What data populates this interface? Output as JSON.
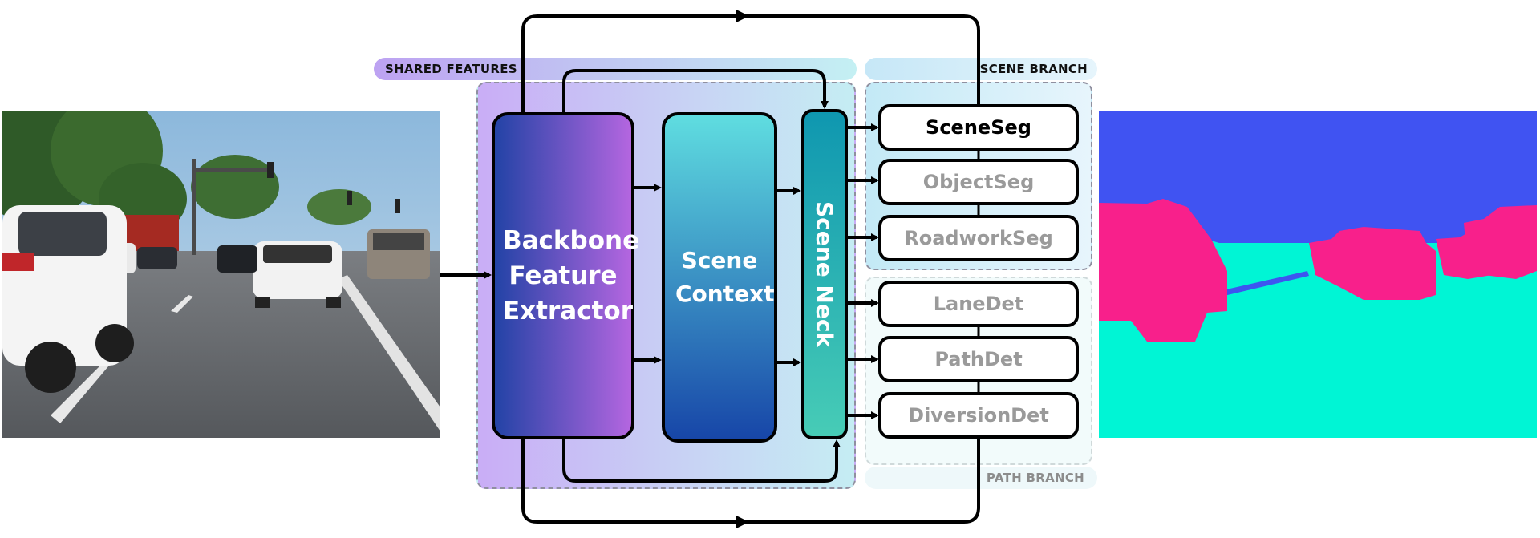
{
  "groups": {
    "shared_label": "SHARED FEATURES",
    "scene_branch_label": "SCENE BRANCH",
    "path_branch_label": "PATH BRANCH"
  },
  "modules": {
    "backbone": "Backbone Feature Extractor",
    "scene_context": "Scene Context",
    "scene_neck": "Scene Neck"
  },
  "scene_tasks": [
    "SceneSeg",
    "ObjectSeg",
    "RoadworkSeg"
  ],
  "path_tasks": [
    "LaneDet",
    "PathDet",
    "DiversionDet"
  ],
  "active_task": "SceneSeg",
  "images": {
    "input": "road-scene-photo",
    "output": "segmentation-mask"
  },
  "colors": {
    "backbone_start": "#2343a6",
    "backbone_end": "#b466e0",
    "context_start": "#5fdde0",
    "context_end": "#1746a8",
    "neck_start": "#0f97b0",
    "neck_end": "#47ccb6",
    "shared_bg_start": "#c8aef5",
    "shared_bg_end": "#bff0f3",
    "seg_sky": "#4053f2",
    "seg_object": "#f8208b",
    "seg_road": "#00f5d5"
  }
}
